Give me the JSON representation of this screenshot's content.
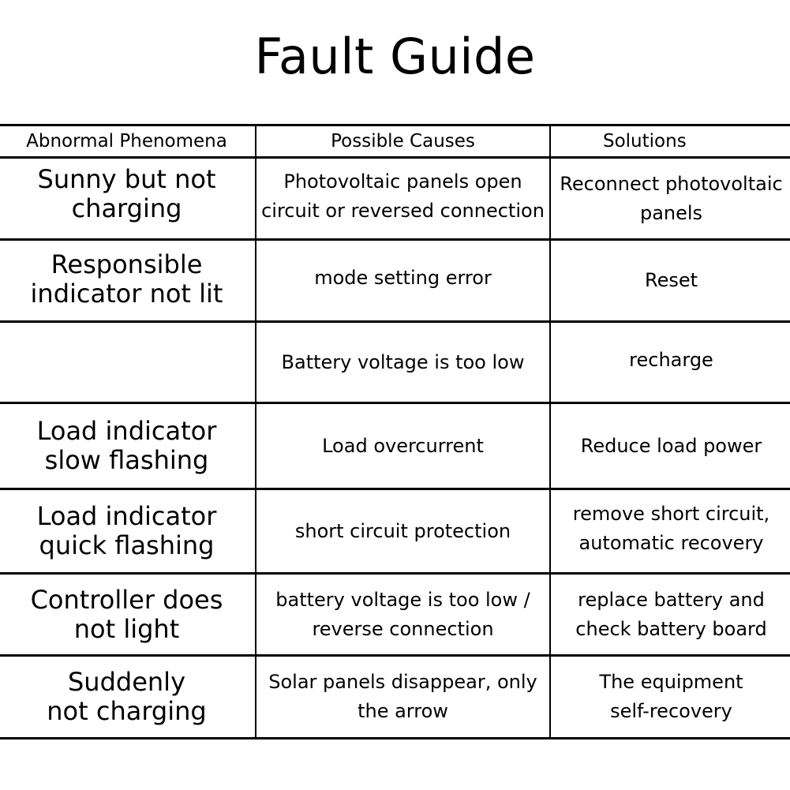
{
  "title": "Fault Guide",
  "table": {
    "headers": [
      "Abnormal Phenomena",
      "Possible Causes",
      "Solutions"
    ],
    "rows": [
      {
        "phenomenon": "Sunny but not\ncharging",
        "cause": "Photovoltaic panels open\ncircuit or reversed connection",
        "solution": "Reconnect photovoltaic\npanels"
      },
      {
        "phenomenon": "Responsible\nindicator not lit",
        "cause": "mode setting error",
        "solution": "Reset"
      },
      {
        "phenomenon": "",
        "cause": "Battery voltage is too low",
        "solution": "recharge"
      },
      {
        "phenomenon": "Load indicator\nslow flashing",
        "cause": "Load overcurrent",
        "solution": "Reduce load power"
      },
      {
        "phenomenon": "Load indicator\nquick flashing",
        "cause": "short circuit protection",
        "solution": "remove short circuit,\nautomatic recovery"
      },
      {
        "phenomenon": "Controller does\nnot light",
        "cause": "battery voltage is too low /\nreverse connection",
        "solution": "replace battery and\ncheck battery board"
      },
      {
        "phenomenon": "Suddenly\nnot charging",
        "cause": "Solar panels disappear, only\nthe arrow",
        "solution": "The equipment\nself-recovery"
      }
    ]
  }
}
